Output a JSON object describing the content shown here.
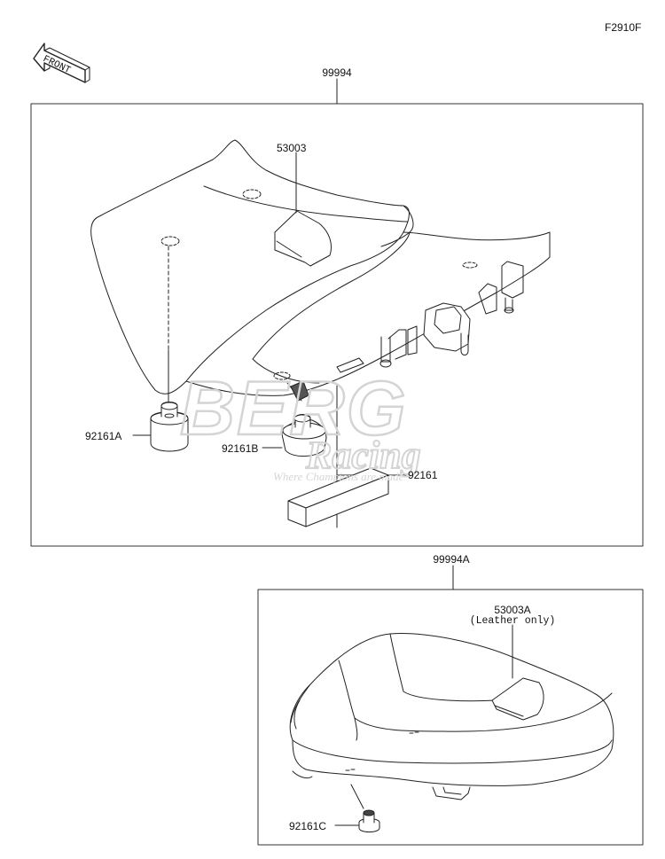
{
  "figure_code": "F2910F",
  "front_label": "FRONT",
  "watermark": {
    "brand_top": "BERG",
    "brand_bottom": "Racing",
    "tagline": "Where Champions are made"
  },
  "groups": [
    {
      "id": "99994",
      "parts": [
        "53003",
        "92161A",
        "92161B",
        "92161"
      ]
    },
    {
      "id": "99994A",
      "parts": [
        "53003A",
        "92161C"
      ],
      "note": "(Leather only)"
    }
  ]
}
